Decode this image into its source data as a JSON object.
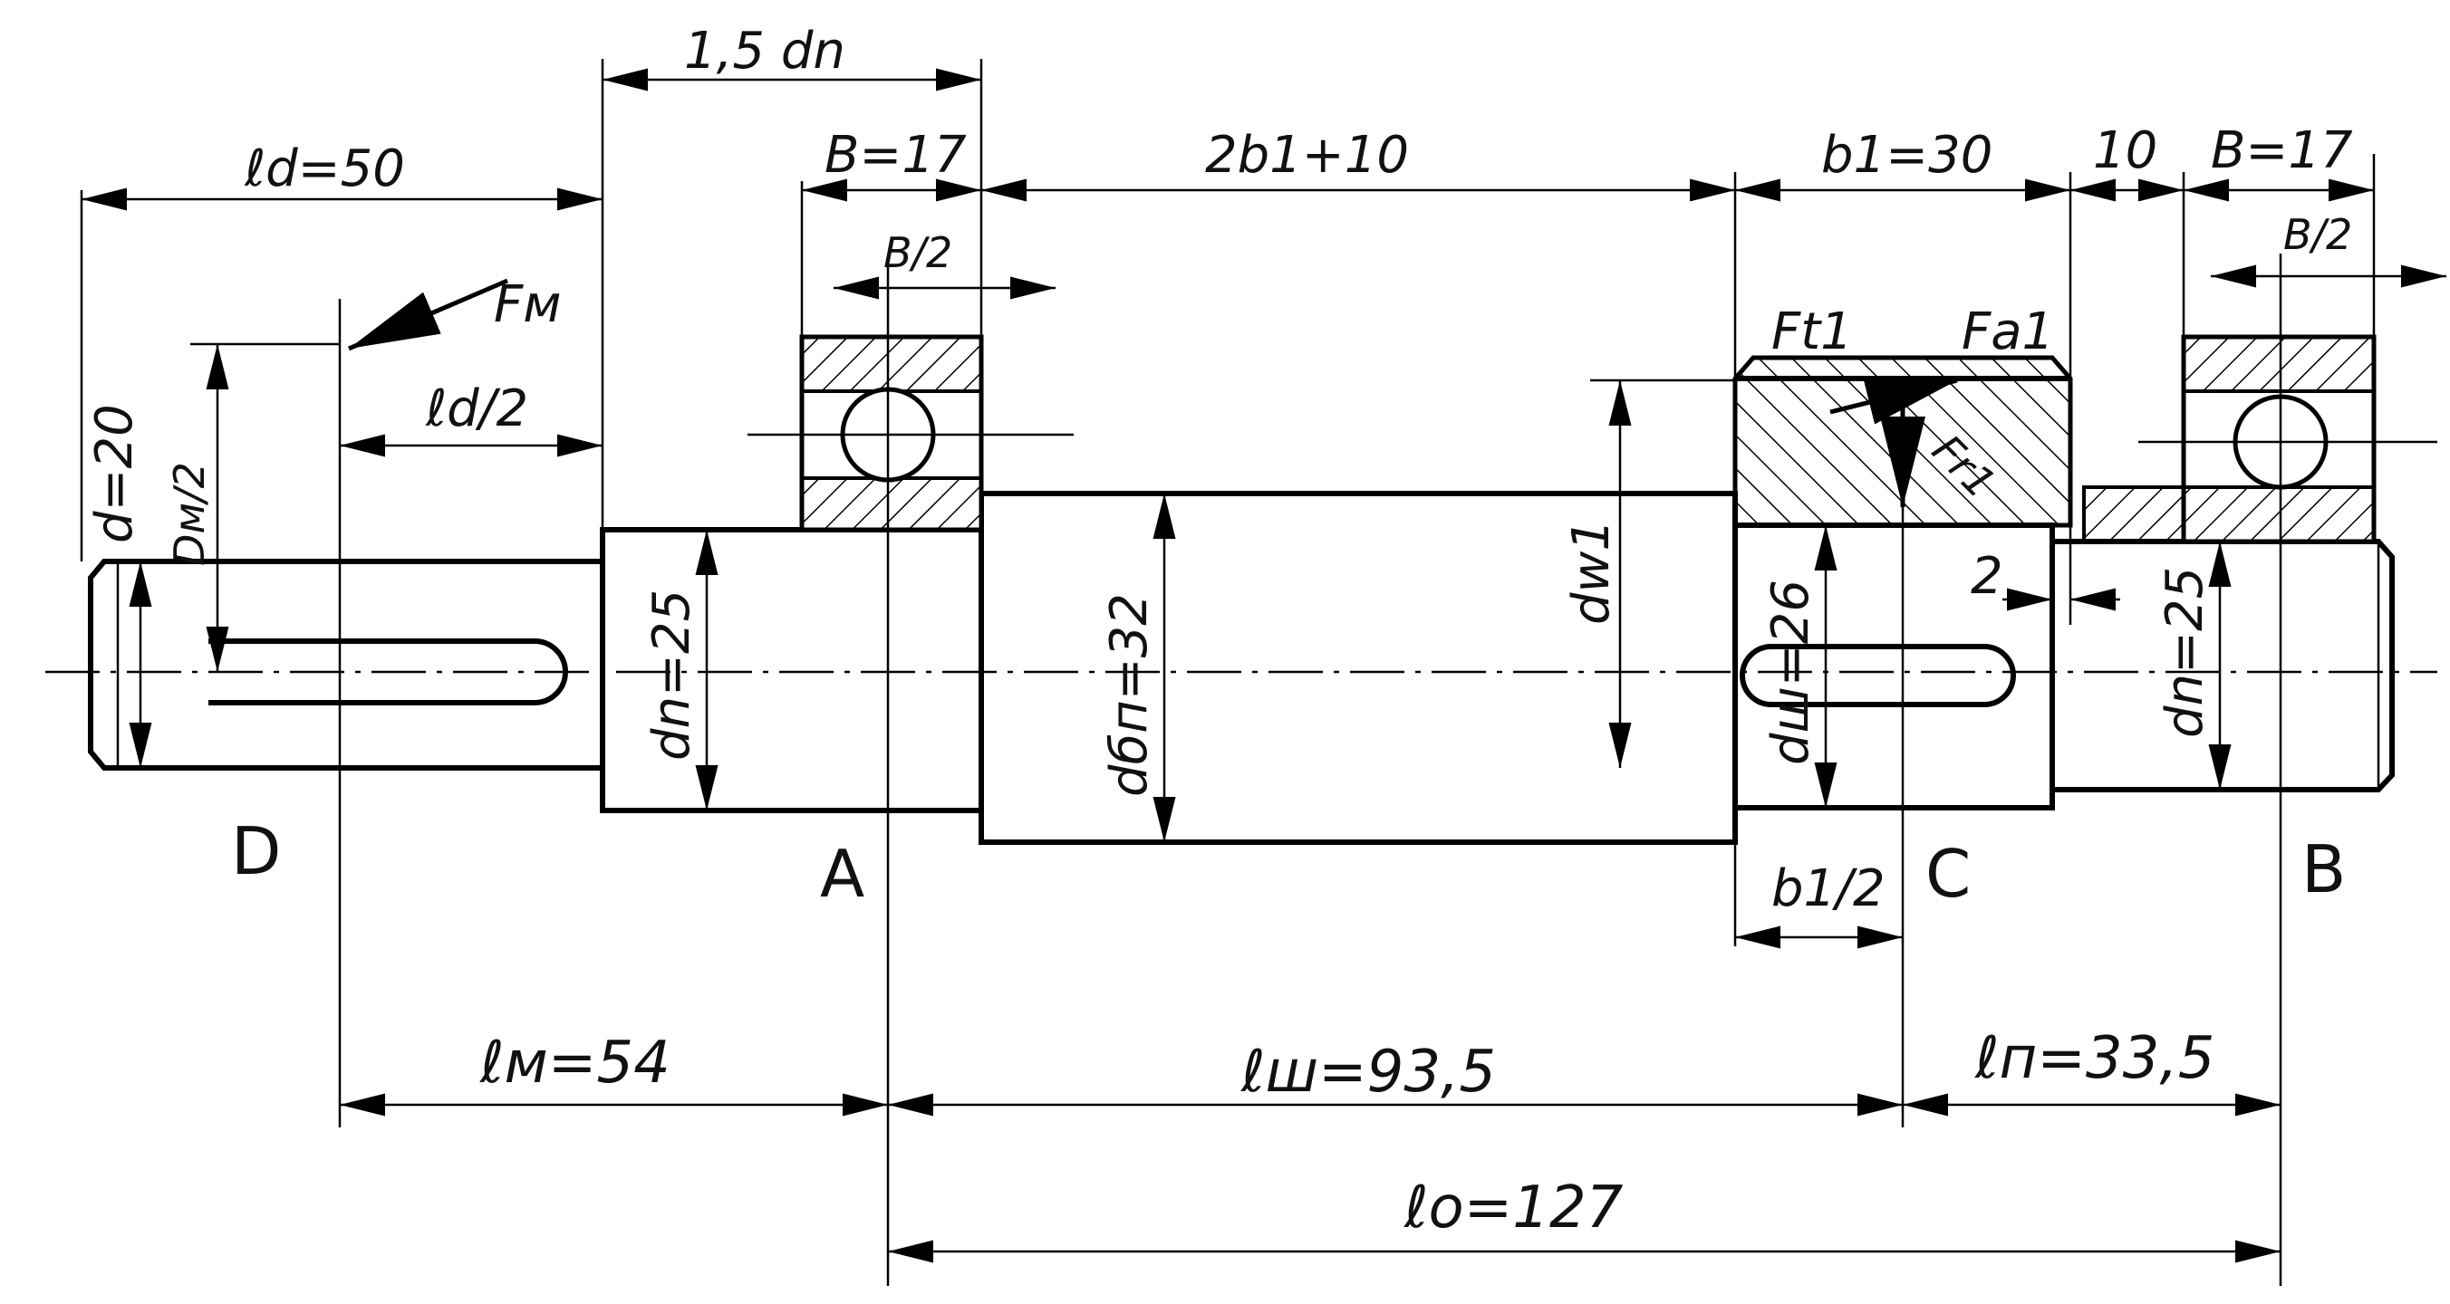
{
  "labels": {
    "ld": "ℓd=50",
    "half_ld": "ℓd/2",
    "one_five_dn": "1,5 dn",
    "b17_left": "B=17",
    "b17_right": "B=17",
    "b_half_left": "B/2",
    "b_half_right": "B/2",
    "two_b1_plus": "2b1+10",
    "b1": "b1=30",
    "ten": "10",
    "fm": "Fм",
    "ft1": "Ft1",
    "fa1": "Fa1",
    "fr1": "Fr1",
    "d20": "d=20",
    "dm2": "Dм/2",
    "dn_left": "dn=25",
    "dbn": "dбп=32",
    "dw1": "dw1",
    "dsh": "dш=26",
    "dn_right": "dn=25",
    "two": "2",
    "b1_half": "b1/2",
    "pt_d": "D",
    "pt_a": "A",
    "pt_c": "C",
    "pt_b": "B",
    "lm": "ℓм=54",
    "lsh": "ℓш=93,5",
    "ln": "ℓп=33,5",
    "lo": "ℓo=127"
  }
}
